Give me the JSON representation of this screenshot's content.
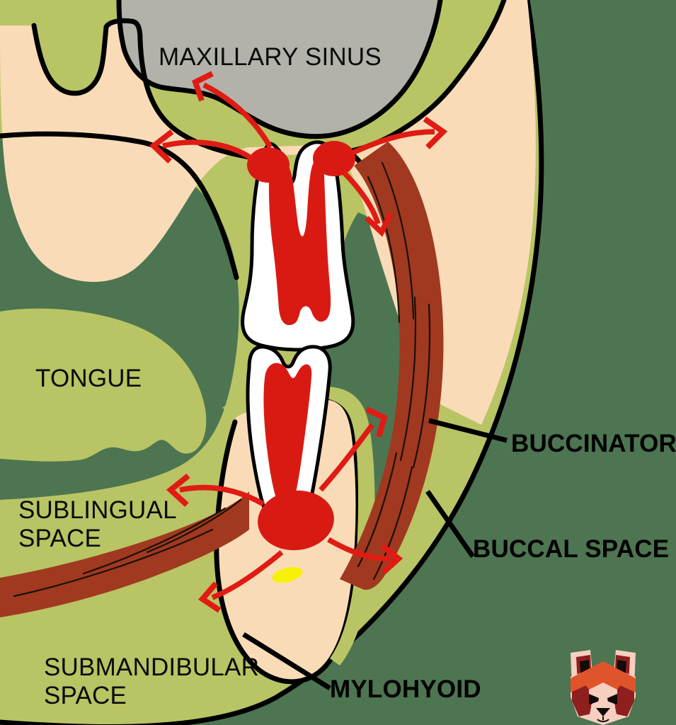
{
  "figure": {
    "title": "Spread of odontogenic infection in coronal section",
    "background_color": "#4d7551"
  },
  "palette": {
    "outer_background": "#4d7551",
    "soft_tissue_green": "#b9c464",
    "oral_cavity_dark_green": "#4d7551",
    "bone_tan": "#f9dcb7",
    "sinus_gray": "#b2b2ab",
    "tooth_white": "#ffffff",
    "pulp_red": "#d91a13",
    "abscess_red": "#d91a13",
    "muscle_brown": "#a0391f",
    "arrow_red": "#e01b14",
    "highlight_yellow": "#f7f007",
    "outline_black": "#000000",
    "logo_orange": "#e0542b",
    "logo_dark_red": "#8e1f1f",
    "logo_cream": "#f7cfc0"
  },
  "labels": {
    "maxillary_sinus": "MAXILLARY SINUS",
    "tongue": "TONGUE",
    "sublingual_space_line1": "SUBLINGUAL",
    "sublingual_space_line2": "SPACE",
    "submandibular_space_line1": "SUBMANDIBULAR",
    "submandibular_space_line2": "SPACE",
    "buccinator": "BUCCINATOR",
    "buccal_space": "BUCCAL SPACE",
    "mylohyoid": "MYLOHYOID"
  },
  "anatomy": {
    "structures": [
      "maxilla",
      "maxillary sinus",
      "maxillary molar",
      "mandibular molar",
      "mandible",
      "tongue",
      "buccinator muscle",
      "mylohyoid muscle",
      "periapical abscess"
    ]
  },
  "spread_arrows": [
    {
      "id": "to-maxillary-sinus",
      "from": "maxillary palatal root apex",
      "to": "maxillary sinus"
    },
    {
      "id": "to-palate",
      "from": "maxillary palatal root apex",
      "to": "palatal soft tissue"
    },
    {
      "id": "to-maxillary-buccal-vestibule",
      "from": "maxillary buccal root apex",
      "to": "buccal vestibule above buccinator"
    },
    {
      "id": "to-maxillary-buccal-space",
      "from": "maxillary buccal root apex",
      "to": "buccal space below buccinator"
    },
    {
      "id": "to-sublingual-space",
      "from": "mandibular root apex",
      "to": "sublingual space"
    },
    {
      "id": "to-mandibular-buccal-vestibule",
      "from": "mandibular root apex",
      "to": "buccal vestibule above buccinator"
    },
    {
      "id": "to-mandibular-buccal-space",
      "from": "mandibular root apex",
      "to": "buccal space"
    },
    {
      "id": "to-submandibular-space",
      "from": "mandibular root apex",
      "to": "submandibular space"
    }
  ],
  "logo": {
    "name": "red-panda-logo",
    "alt": "Red panda face logo"
  }
}
